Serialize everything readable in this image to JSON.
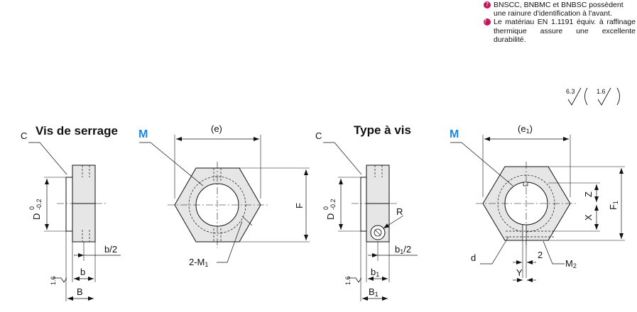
{
  "notes": [
    {
      "icon": "info-bullet-icon",
      "text": "BNSCC, BNBMC et BNBSC possèdent une rainure d'identification à l'avant."
    },
    {
      "icon": "info-bullet-icon",
      "text": "Le matériau EN 1.1191 équiv. à raffinage thermique assure une excellente durabilité."
    }
  ],
  "roughness": {
    "general": "6.3",
    "specific": "1.6"
  },
  "views": {
    "clamp": {
      "title": "Vis de serrage",
      "side": {
        "chamfer": "C",
        "diameter": "D",
        "tol_upper": "0",
        "tol_lower": "-0.2",
        "half_width": "b/2",
        "width_b": "b",
        "width_B": "B",
        "roughness": "1.6"
      },
      "front": {
        "marker": "M",
        "across_corners": "(e)",
        "across_flats": "F",
        "screw": "2-M",
        "screw_sub": "1"
      }
    },
    "screw": {
      "title": "Type à vis",
      "side": {
        "chamfer": "C",
        "diameter": "D",
        "tol_upper": "0",
        "tol_lower": "-0.2",
        "radius": "R",
        "half_width": "b",
        "half_width_sub": "1",
        "half_suffix": "/2",
        "width_b": "b",
        "width_b_sub": "1",
        "width_B": "B",
        "width_B_sub": "1",
        "roughness": "1.6"
      },
      "front": {
        "marker": "M",
        "across_corners": "(e",
        "across_corners_sub": "1",
        "across_corners_close": ")",
        "across_flats": "F",
        "across_flats_sub": "1",
        "dim_z": "Z",
        "dim_x": "X",
        "slot": "d",
        "gap": "2",
        "offset": "Y",
        "screw": "M",
        "screw_sub": "2"
      }
    }
  },
  "colors": {
    "line": "#111111",
    "part_fill": "#e6e6e6",
    "marker": "#1e88e5",
    "bullet": "#c2185b"
  }
}
